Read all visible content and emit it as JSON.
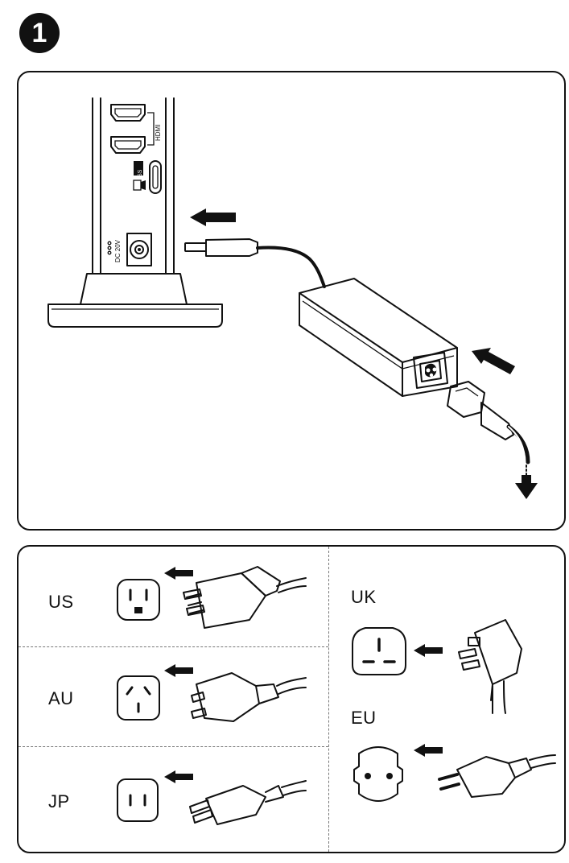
{
  "step": {
    "number": "1"
  },
  "monitor_ports": {
    "hdmi_label": "HDMI",
    "usb_label": "SS",
    "dc_label": "DC 20V"
  },
  "regions": [
    {
      "code": "US"
    },
    {
      "code": "AU"
    },
    {
      "code": "JP"
    },
    {
      "code": "UK"
    },
    {
      "code": "EU"
    }
  ],
  "icons": {
    "step_badge": "step-number-badge",
    "arrow": "push-arrow-icon",
    "adapter": "power-adapter-icon",
    "monitor": "monitor-stand-back-icon"
  },
  "colors": {
    "ink": "#111111",
    "dash": "#777777",
    "background": "#ffffff"
  }
}
